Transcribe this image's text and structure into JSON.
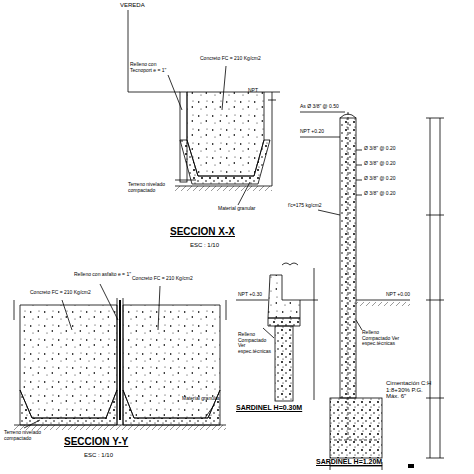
{
  "diagram": {
    "labels": [
      "VEREDA",
      "Relleno con Tecnoport e = 1\"",
      "NPT",
      "Concreto FC = 210 Kg/cm2",
      "Terreno nivelado compactado",
      "Material granular",
      "SECCION X-X",
      "ESC : 1/10",
      "Relleno con asfalto e = 1\"",
      "Concreto FC = 210 Kg/cm2",
      "Concreto FC = 210 Kg/cm2",
      "Terreno nivelado compactado",
      "Material granular",
      "SECCION Y-Y",
      "ESC : 1/10",
      "As Ø 3/8\" @ 0.50",
      "NPT +0.20",
      "Ø 3/8\" @ 0.20",
      "Ø 3/8\" @ 0.20",
      "Ø 3/8\" @ 0.20",
      "Ø 3/8\" @ 0.20",
      "f'c=175 kg/cm2",
      "NPT +0.30",
      "NPT +0.00",
      "Relleno Compactado Ver espec.técnicas",
      "Relleno Compactado Ver espec.técnicas",
      "SARDINEL H=0.30M",
      "Cimentación C:H 1:8+30% P.G. Máx. 6\"",
      "SARDINEL H=1.20M"
    ]
  }
}
